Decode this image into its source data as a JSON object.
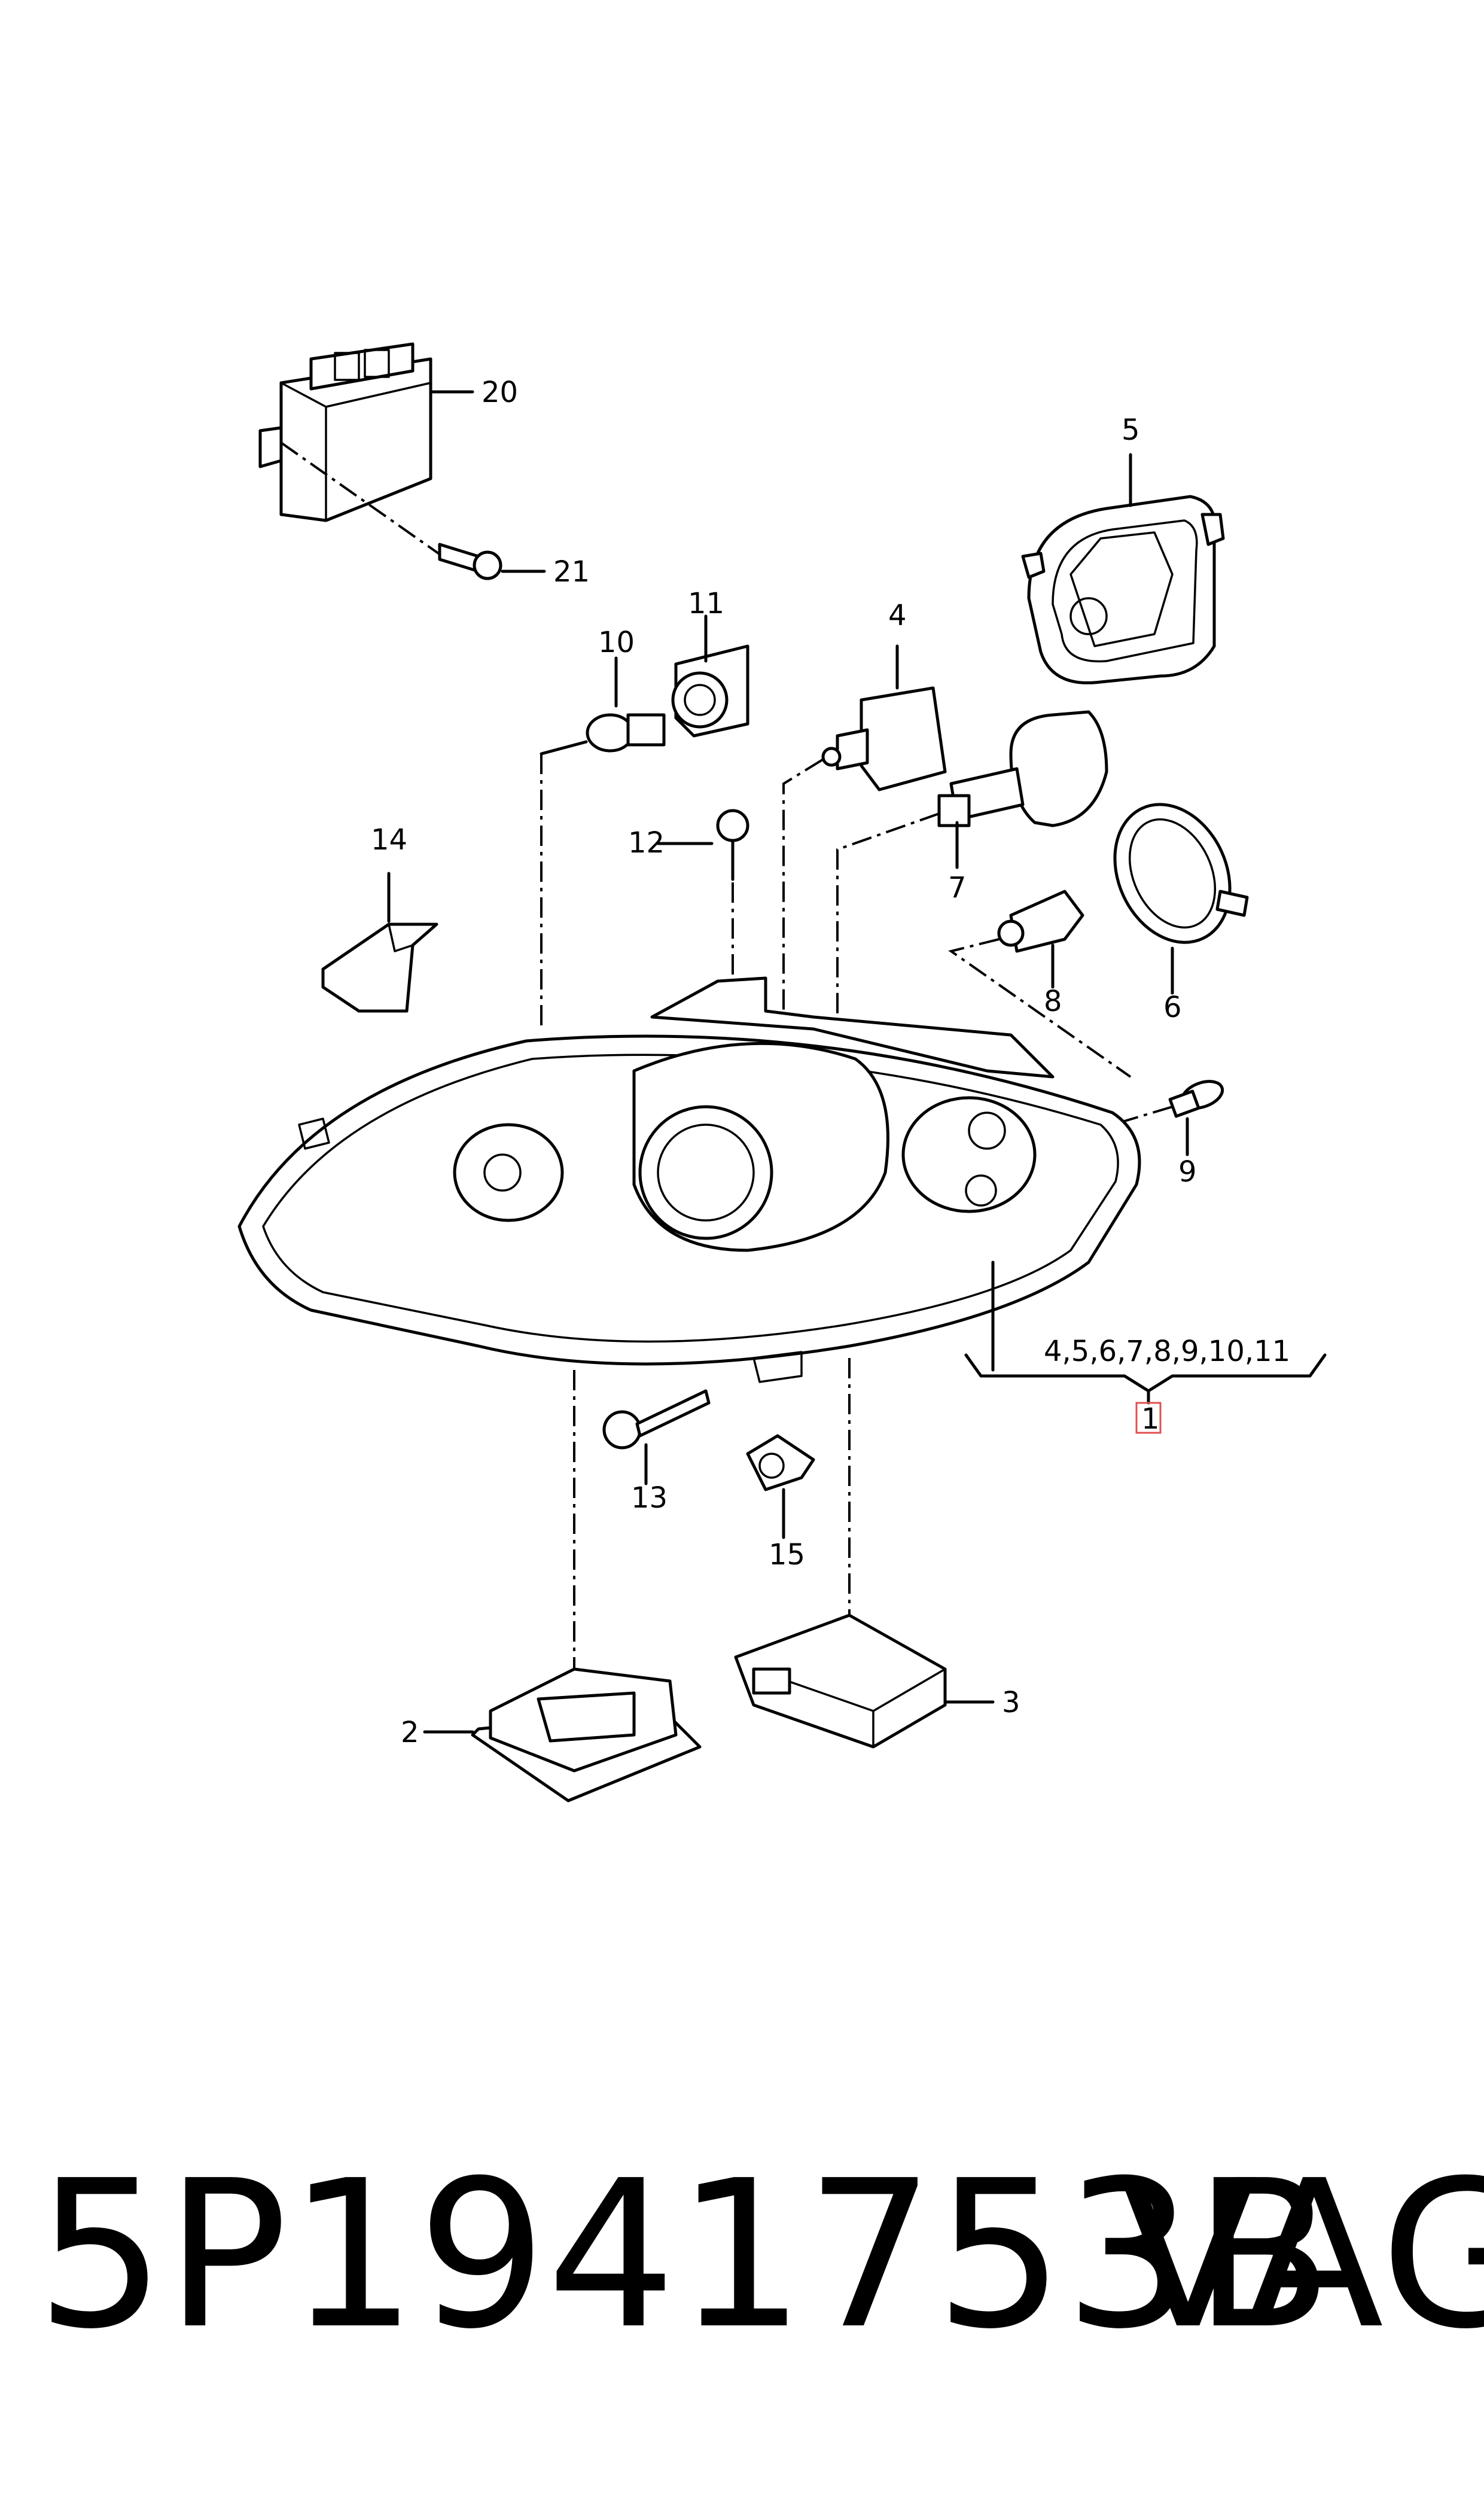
{
  "callouts": {
    "c1": "1",
    "c2": "2",
    "c3": "3",
    "c4": "4",
    "c5": "5",
    "c6": "6",
    "c7": "7",
    "c8": "8",
    "c9": "9",
    "c10": "10",
    "c11": "11",
    "c12": "12",
    "c13": "13",
    "c14": "14",
    "c15": "15",
    "c20": "20",
    "c21": "21",
    "group": "4,5,6,7,8,9,10,11"
  },
  "footer": {
    "part_number": "5P1941753B",
    "brand": "VAG"
  },
  "colors": {
    "line": "#000000",
    "highlight_box": "#e05050"
  }
}
